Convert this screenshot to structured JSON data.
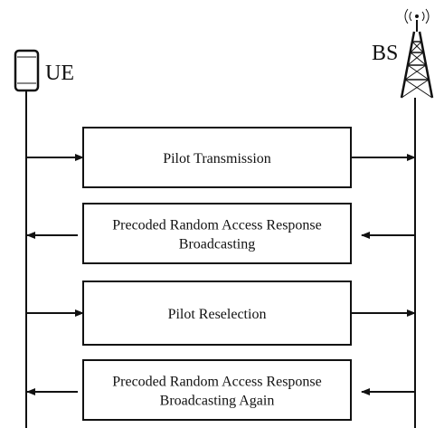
{
  "entities": {
    "ue": {
      "label": "UE",
      "icon": "smartphone-icon"
    },
    "bs": {
      "label": "BS",
      "icon": "cell-tower-icon"
    }
  },
  "steps": [
    {
      "lines": [
        "Pilot Transmission"
      ],
      "direction": "ue-to-bs"
    },
    {
      "lines": [
        "Precoded Random Access Response",
        "Broadcasting"
      ],
      "direction": "bs-to-ue"
    },
    {
      "lines": [
        "Pilot Reselection"
      ],
      "direction": "ue-to-bs"
    },
    {
      "lines": [
        "Precoded Random Access Response",
        "Broadcasting Again"
      ],
      "direction": "bs-to-ue"
    }
  ],
  "colors": {
    "ink": "#111111",
    "background": "#ffffff"
  }
}
